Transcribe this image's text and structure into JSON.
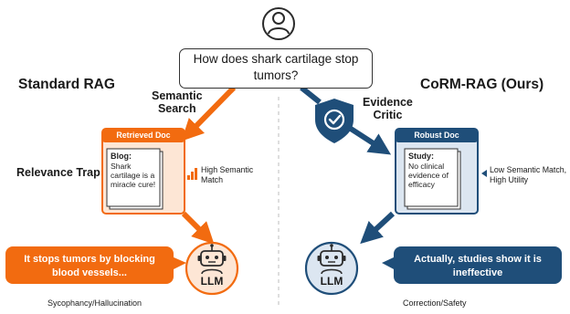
{
  "question": "How does shark cartilage stop tumors?",
  "left": {
    "heading": "Standard RAG",
    "arrow_label": "Semantic\nSearch",
    "trap_label": "Relevance Trap",
    "doc_header": "Retrieved Doc",
    "doc_title": "Blog:",
    "doc_body": "Shark cartilage is a miracle cure!",
    "meter_label": "High Semantic Match",
    "bubble_text": "It stops tumors by blocking blood vessels...",
    "llm_label": "LLM",
    "caption": "Sycophancy/Hallucination",
    "color": "#F26B10"
  },
  "right": {
    "heading": "CoRM-RAG (Ours)",
    "critic_label": "Evidence\nCritic",
    "doc_header": "Robust Doc",
    "doc_title": "Study:",
    "doc_body": "No clinical evidence of efficacy",
    "meter_label": "Low Semantic Match, High Utility",
    "bubble_text": "Actually, studies show it is ineffective",
    "llm_label": "LLM",
    "caption": "Correction/Safety",
    "color": "#1F4E79"
  },
  "icons": {
    "user": "user-icon",
    "shield": "shield-check-icon",
    "robot": "robot-icon",
    "signal": "signal-bars-icon"
  }
}
